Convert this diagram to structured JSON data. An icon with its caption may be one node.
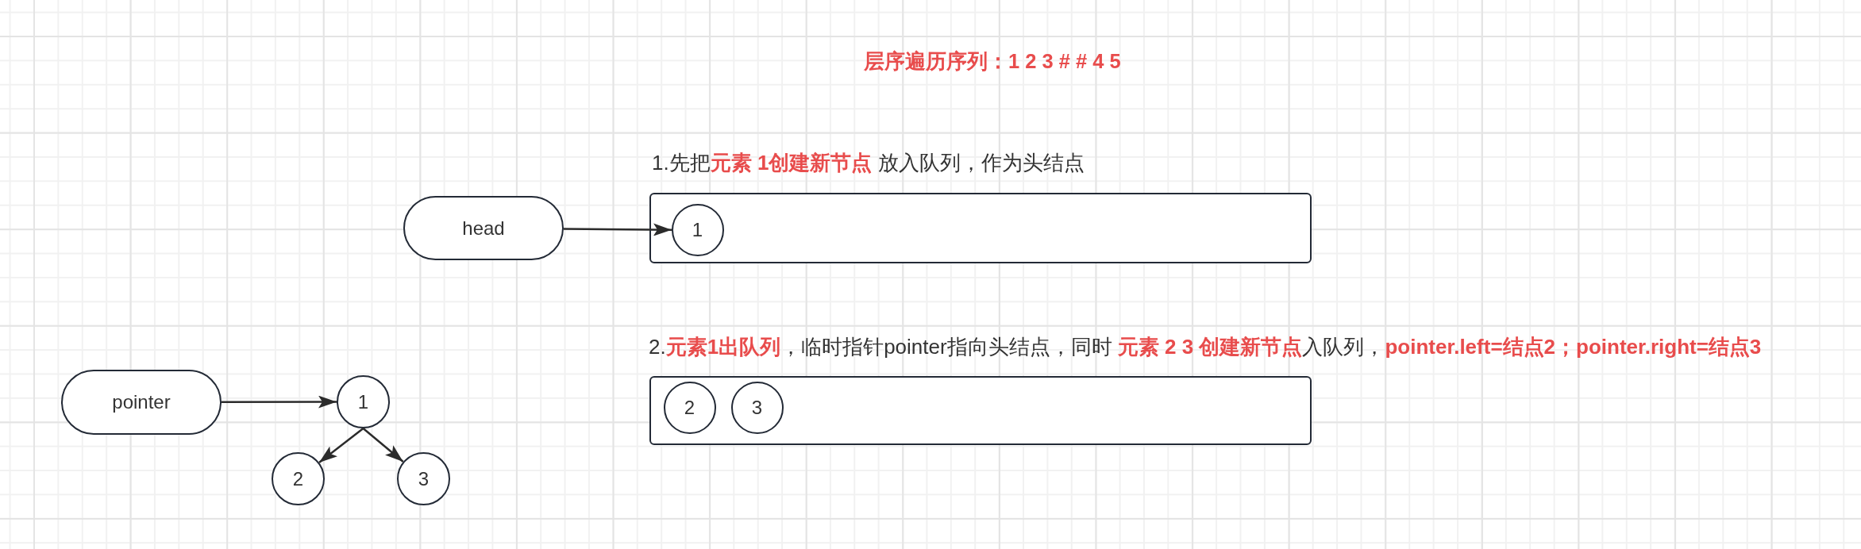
{
  "diagram": {
    "title": "层序遍历序列：1 2 3 # # 4 5",
    "nodes": [
      {
        "text": [
          "head"
        ]
      },
      {
        "text": [],
        "shape": "box"
      },
      {
        "text": [
          "1"
        ],
        "in": 1
      },
      {
        "text": [
          "pointer"
        ]
      },
      {
        "text": [
          "1"
        ]
      },
      {
        "text": [],
        "shape": "box"
      },
      {
        "text": [
          "2"
        ],
        "in": 5
      },
      {
        "text": [
          "3"
        ],
        "in": 5
      },
      {
        "text": [
          "2"
        ]
      },
      {
        "text": [
          "3"
        ]
      }
    ],
    "edges": [
      {
        "from": 0,
        "to": 2,
        "arrow": "to"
      },
      {
        "from": 3,
        "to": 4,
        "arrow": "to"
      },
      {
        "from": 4,
        "to": 8,
        "arrow": "to"
      },
      {
        "from": 4,
        "to": 9,
        "arrow": "to"
      }
    ],
    "labels": [
      "1.先把**元素 1创建新节点** 放入队列，作为头结点",
      "2.**元素1出队列**，临时指针pointer指向头结点，同时 **元素 2 3 创建新节点**入队列，**pointer.left=结点2；pointer.right=结点3**"
    ]
  }
}
